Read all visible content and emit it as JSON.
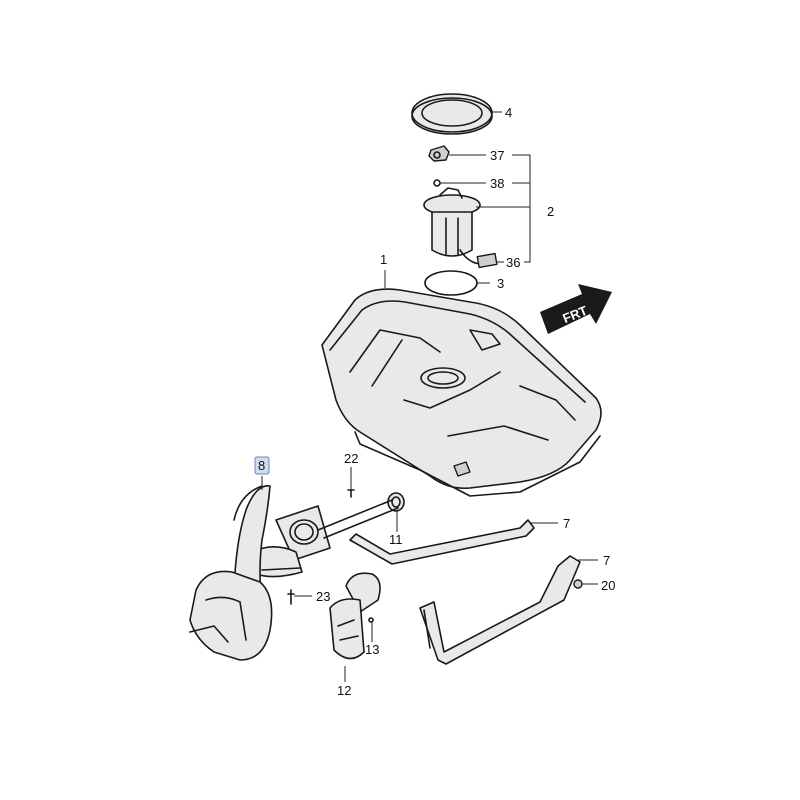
{
  "callouts": {
    "c1": "1",
    "c2": "2",
    "c3": "3",
    "c4": "4",
    "c7a": "7",
    "c7b": "7",
    "c8": "8",
    "c11": "11",
    "c12": "12",
    "c13": "13",
    "c20": "20",
    "c22": "22",
    "c23": "23",
    "c36": "36",
    "c37": "37",
    "c38": "38"
  },
  "direction_label": "FRT",
  "highlighted_callout": "8",
  "colors": {
    "line": "#1a1a1a",
    "part_fill": "#e9e9e9",
    "highlight_fill": "#cfdcf2",
    "arrow_fill": "#1a1a1a"
  }
}
